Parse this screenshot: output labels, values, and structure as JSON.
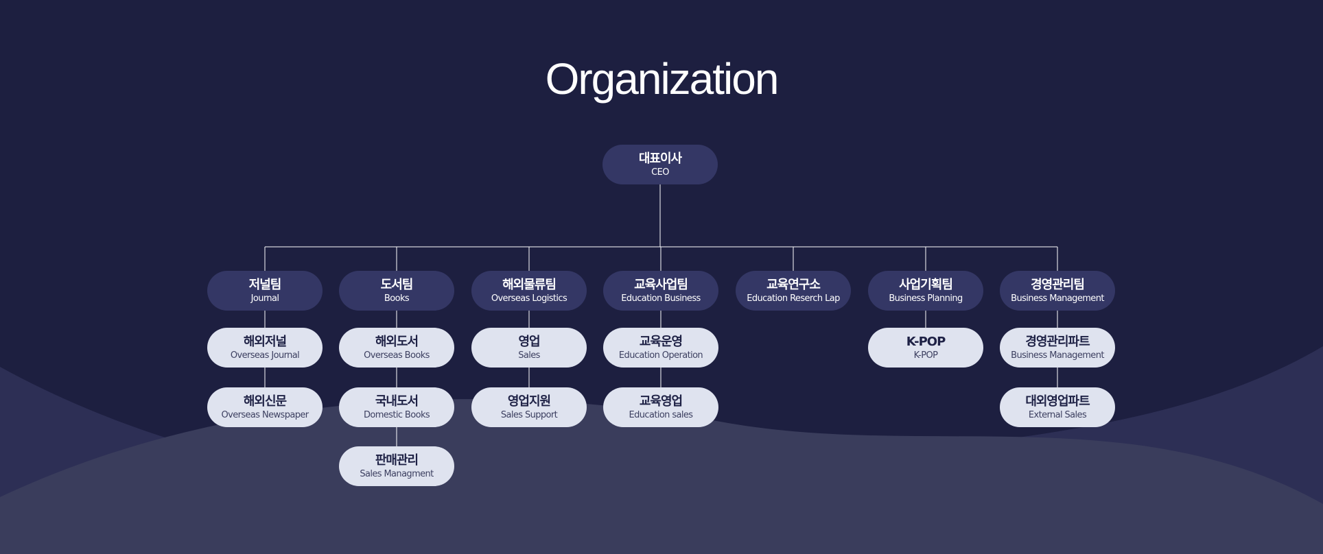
{
  "title": "Organization",
  "colors": {
    "background": "#1d1f40",
    "wave_back": "#2d2f55",
    "wave_front": "#3a3d5c",
    "dept_node": "#343765",
    "team_node": "#dfe3ef",
    "connector": "#ffffff"
  },
  "ceo": {
    "ko": "대표이사",
    "en": "CEO"
  },
  "departments": [
    {
      "ko": "저널팀",
      "en": "Journal",
      "teams": [
        {
          "ko": "해외저널",
          "en": "Overseas Journal"
        },
        {
          "ko": "해외신문",
          "en": "Overseas Newspaper"
        }
      ]
    },
    {
      "ko": "도서팀",
      "en": "Books",
      "teams": [
        {
          "ko": "해외도서",
          "en": "Overseas Books"
        },
        {
          "ko": "국내도서",
          "en": "Domestic Books"
        },
        {
          "ko": "판매관리",
          "en": "Sales Managment"
        }
      ]
    },
    {
      "ko": "해외물류팀",
      "en": "Overseas Logistics",
      "teams": [
        {
          "ko": "영업",
          "en": "Sales"
        },
        {
          "ko": "영업지원",
          "en": "Sales Support"
        }
      ]
    },
    {
      "ko": "교육사업팀",
      "en": "Education Business",
      "teams": [
        {
          "ko": "교육운영",
          "en": "Education Operation"
        },
        {
          "ko": "교육영업",
          "en": "Education sales"
        }
      ]
    },
    {
      "ko": "교육연구소",
      "en": "Education Reserch Lap",
      "teams": []
    },
    {
      "ko": "사업기획팀",
      "en": "Business Planning",
      "teams": [
        {
          "ko": "K-POP",
          "en": "K-POP"
        }
      ]
    },
    {
      "ko": "경영관리팀",
      "en": "Business Management",
      "teams": [
        {
          "ko": "경영관리파트",
          "en": "Business Management"
        },
        {
          "ko": "대외영업파트",
          "en": "External Sales"
        }
      ]
    }
  ]
}
